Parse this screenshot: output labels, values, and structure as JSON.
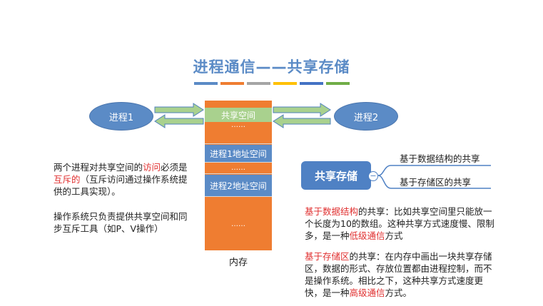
{
  "title": "进程通信——共享存储",
  "color_bar": [
    "#5b8bc6",
    "#ef7d31",
    "#a5a5a5",
    "#ffc000",
    "#4472c4",
    "#70ad47"
  ],
  "process1": "进程1",
  "process2": "进程2",
  "memory": {
    "shared": "共享空间",
    "proc1_space": "进程1地址空间",
    "proc2_space": "进程2地址空间",
    "dots": "……",
    "label": "内存"
  },
  "left_text": {
    "p1_a": "两个进程对共享空间的",
    "p1_b": "访问",
    "p1_c": "必须是",
    "p1_d": "互斥的",
    "p1_e": "（互斥访问通过操作系统提供的工具实现）。",
    "p2": "操作系统只负责提供共享空间和同步互斥工具（如P、V操作）"
  },
  "mindmap": {
    "root": "共享存储",
    "branch1": "基于数据结构的共享",
    "branch2": "基于存储区的共享"
  },
  "right_text": {
    "p1_a": "基于数据结构",
    "p1_b": "的共享：比如共享空间里只能放一个长度为10的数组。这种共享方式速度慢、限制多，是一种",
    "p1_c": "低级通信",
    "p1_d": "方式",
    "p2_a": "基于存储区",
    "p2_b": "的共享：在内存中画出一块共享存储区，数据的形式、存放位置都由进程控制，而不是操作系统。相比之下，这种共享方式速度更快，是一种",
    "p2_c": "高级通信",
    "p2_d": "方式。"
  }
}
